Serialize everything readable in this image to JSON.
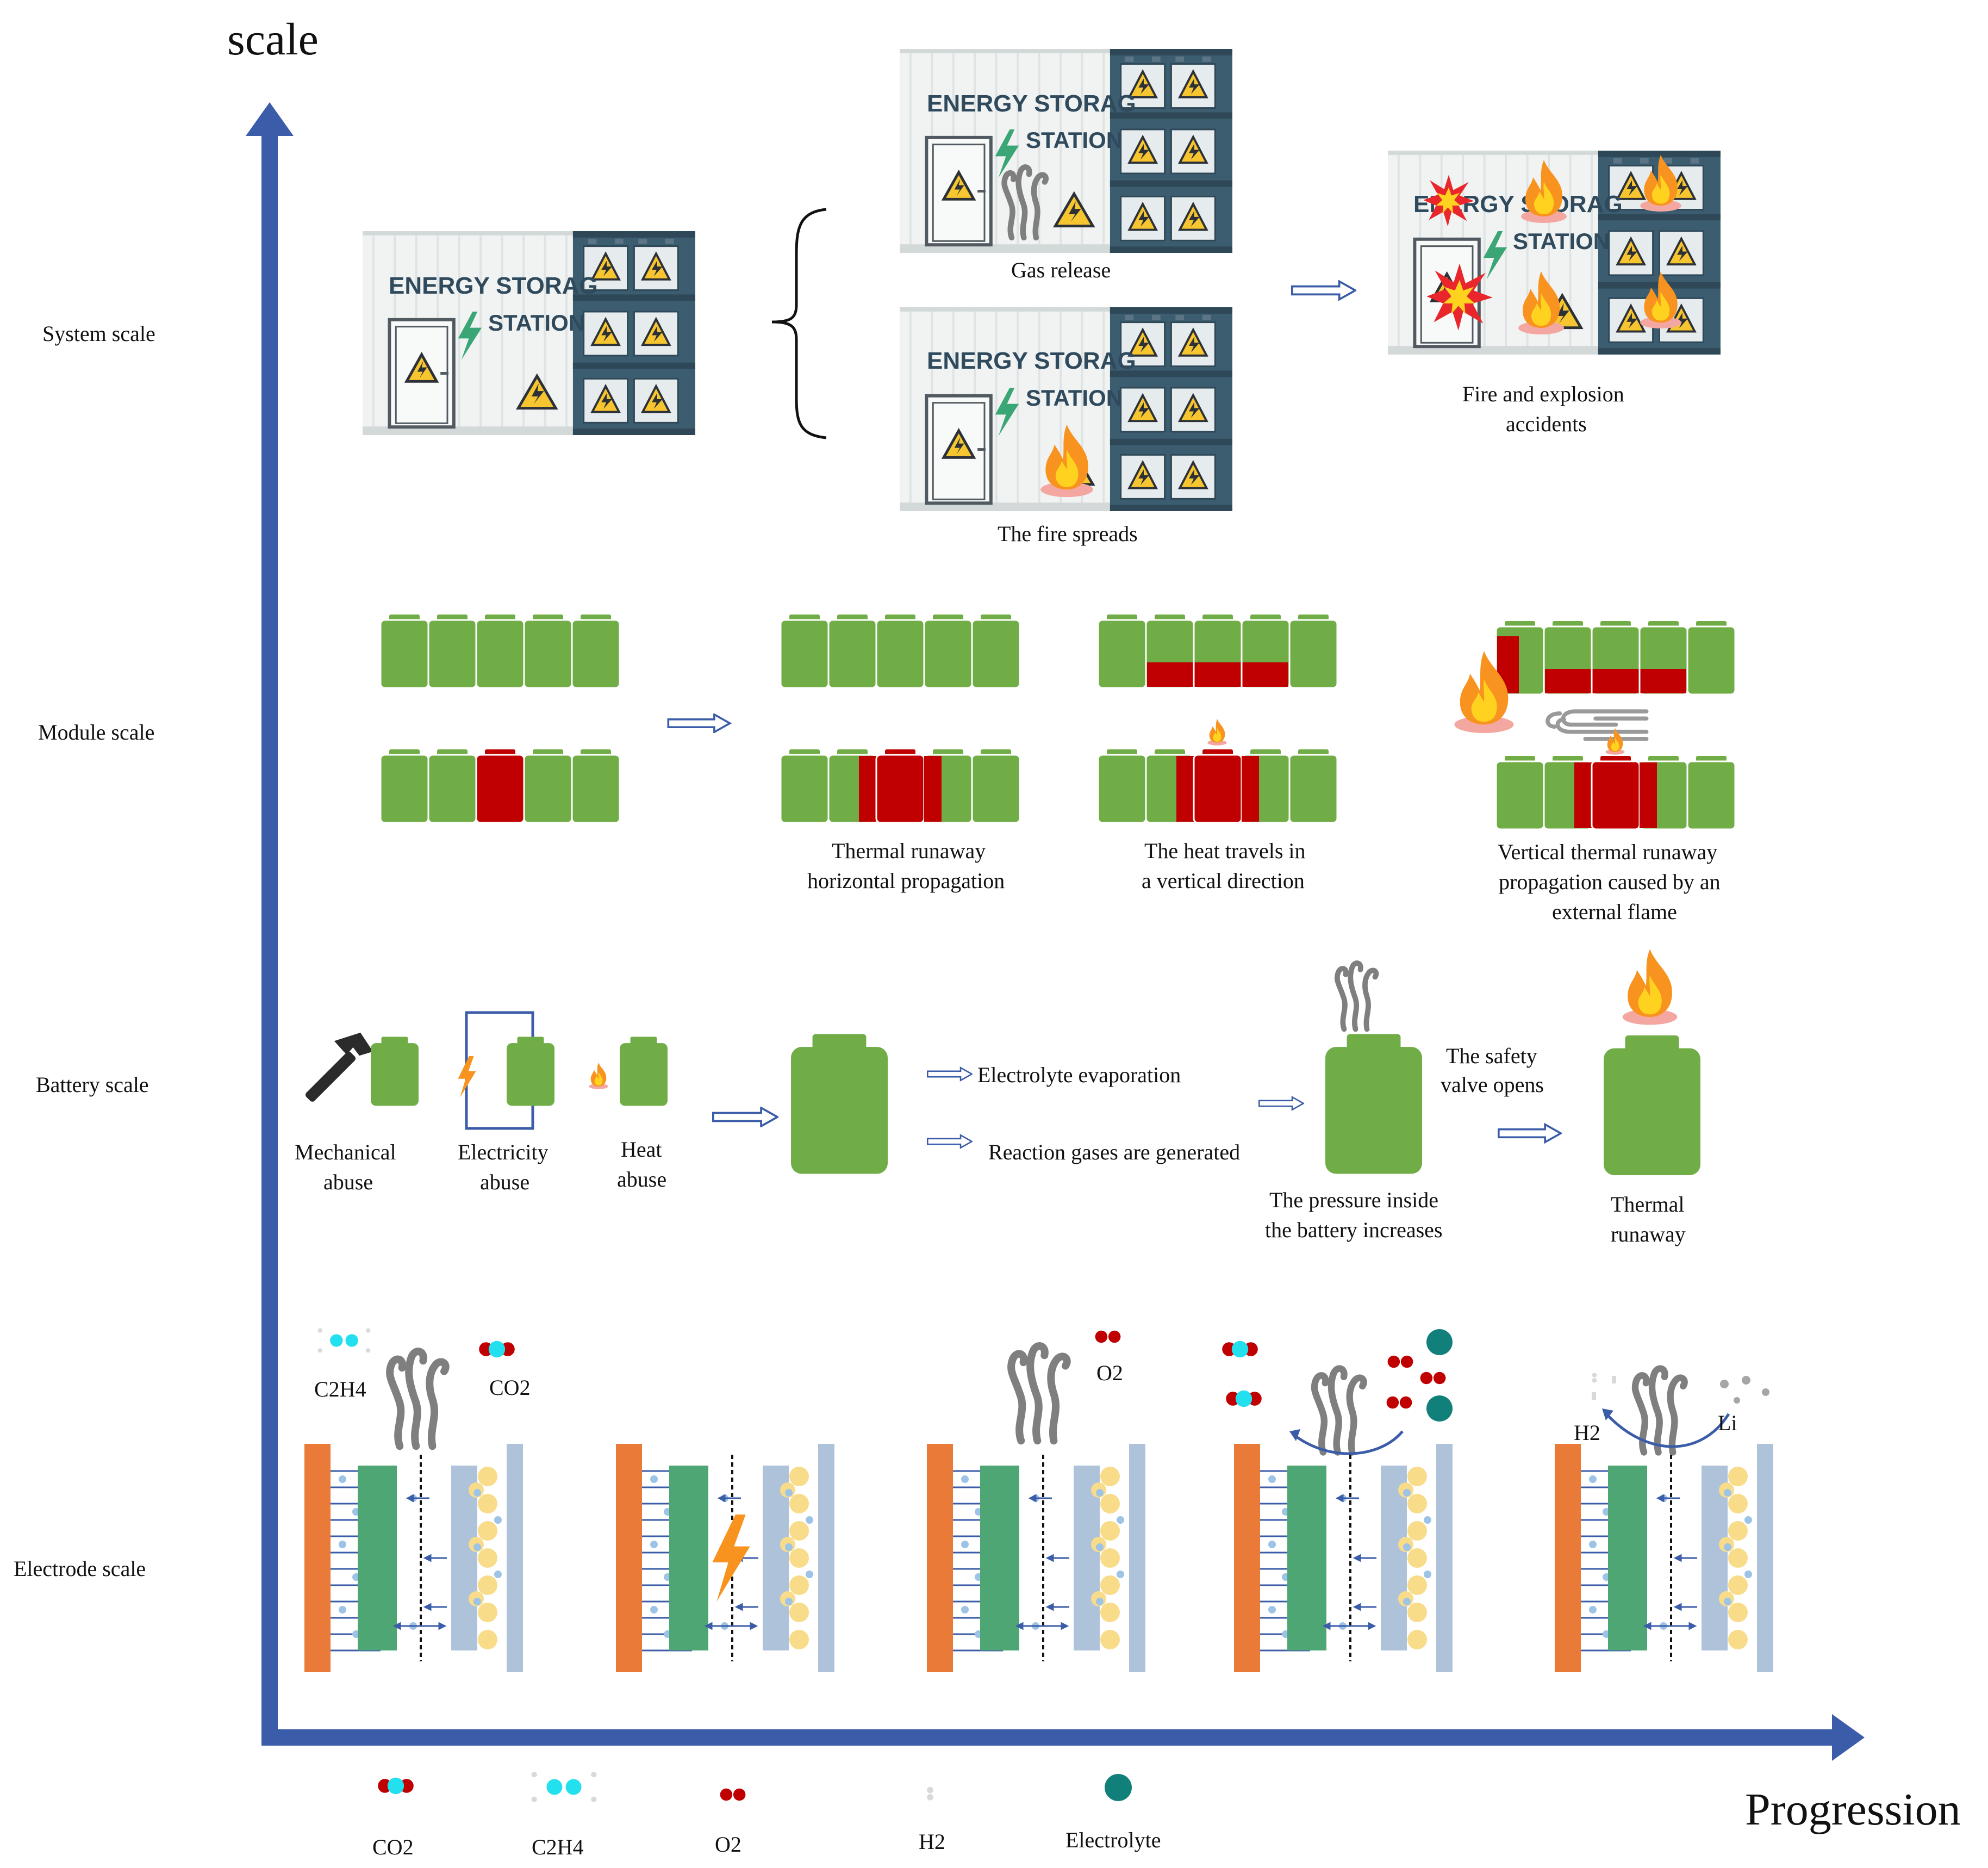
{
  "axes": {
    "y_title": "scale",
    "x_title": "Progression"
  },
  "scales": {
    "system": "System scale",
    "module": "Module scale",
    "battery": "Battery scale",
    "electrode": "Electrode scale"
  },
  "system": {
    "station_line1": "ENERGY STORAG",
    "station_line2": "STATION",
    "gas_release": "Gas release",
    "fire_spreads": "The fire spreads",
    "fire_explosion_1": "Fire and explosion",
    "fire_explosion_2": "accidents"
  },
  "module": {
    "horizontal_1": "Thermal runaway",
    "horizontal_2": "horizontal propagation",
    "vertical_1": "The heat travels in",
    "vertical_2": "a vertical direction",
    "external_1": "Vertical thermal runaway",
    "external_2": "propagation caused by an",
    "external_3": "external flame"
  },
  "battery": {
    "mechanical_1": "Mechanical",
    "mechanical_2": "abuse",
    "electricity_1": "Electricity",
    "electricity_2": "abuse",
    "heat_1": "Heat",
    "heat_2": "abuse",
    "evaporation": "Electrolyte evaporation",
    "reaction_gases": "Reaction gases are generated",
    "pressure_1": "The pressure inside",
    "pressure_2": "the battery increases",
    "valve_1": "The safety",
    "valve_2": "valve opens",
    "runaway_1": "Thermal",
    "runaway_2": "runaway"
  },
  "electrode": {
    "c2h4": "C2H4",
    "co2": "CO2",
    "o2": "O2",
    "h2": "H2",
    "li": "Li"
  },
  "legend": {
    "co2": "CO2",
    "c2h4": "C2H4",
    "o2": "O2",
    "h2": "H2",
    "electrolyte": "Electrolyte"
  },
  "colors": {
    "axis": "#3b5ca8",
    "cell_green": "#70ad47",
    "cell_red": "#c00000",
    "anode_orange": "#e97a38",
    "separator_green": "#4ea674",
    "cathode_blue": "#aec3d9",
    "particle_yellow": "#f8dc8a",
    "fire_orange": "#f7931e",
    "gas_gray": "#808080",
    "electrolyte_teal": "#12807a",
    "c2h4_cyan": "#22e0ee"
  }
}
